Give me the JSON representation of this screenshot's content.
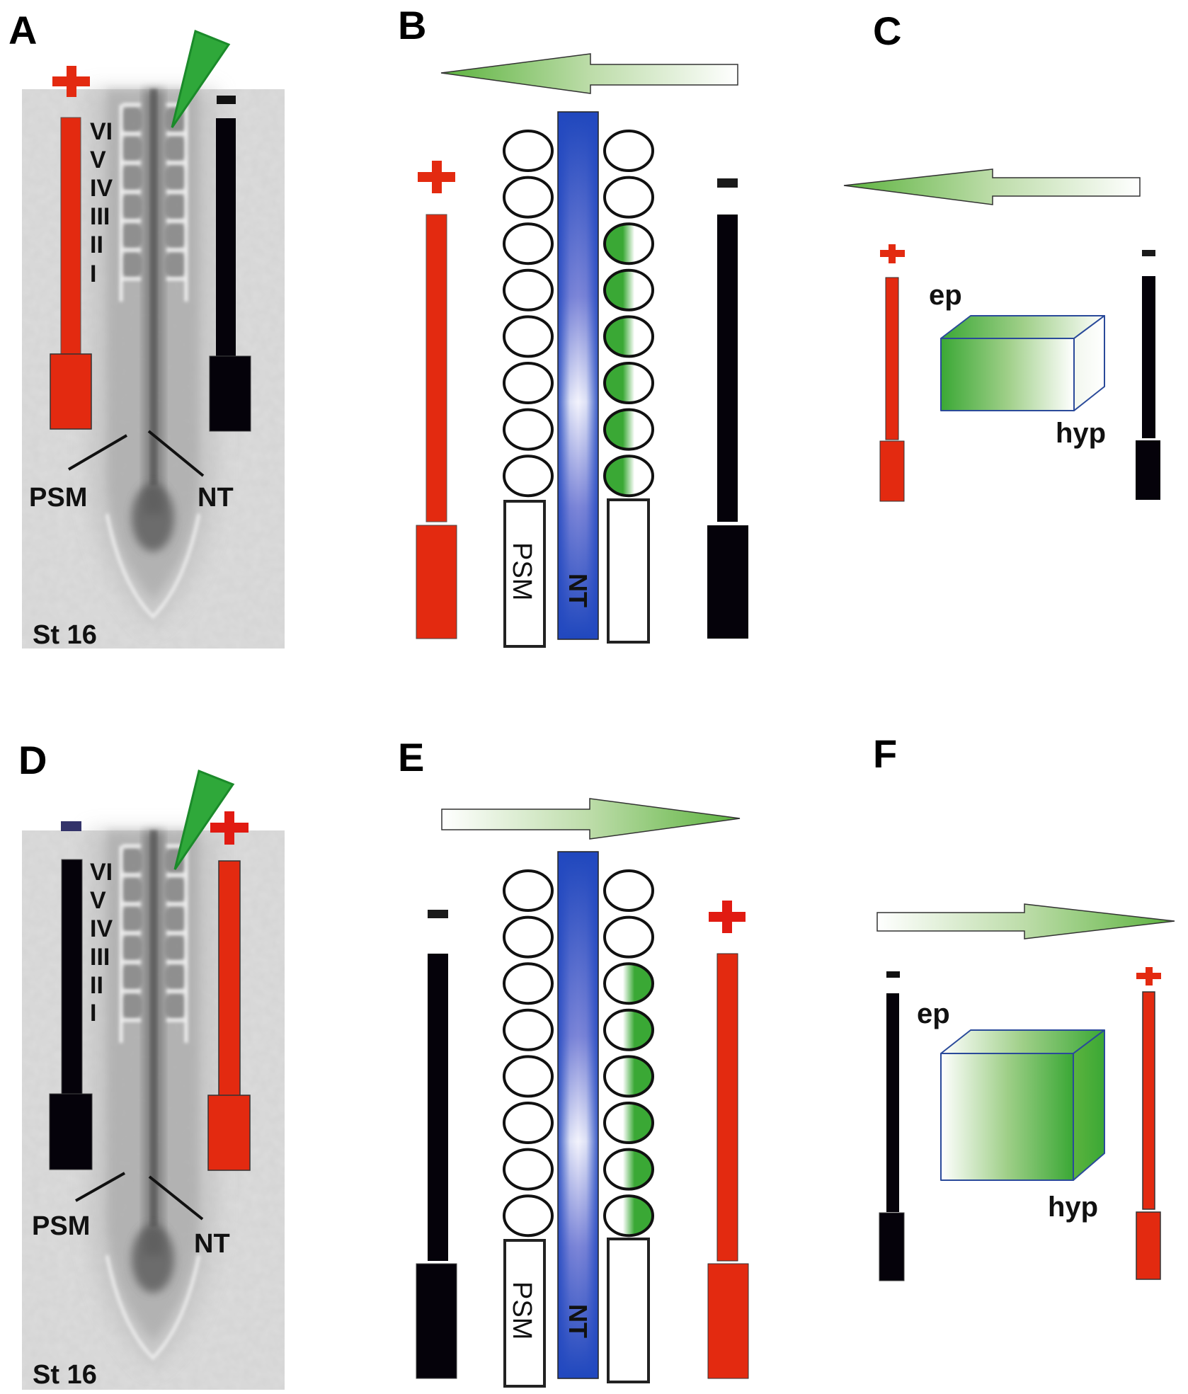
{
  "figure": {
    "panels": [
      {
        "id": "A",
        "label": "A",
        "type": "embryo-photo",
        "stage": "St 16",
        "somite_labels": [
          "VI",
          "V",
          "IV",
          "III",
          "II",
          "I"
        ],
        "structure_labels": {
          "psm": "PSM",
          "nt": "NT"
        },
        "left_electrode": {
          "polarity": "+",
          "sign": "+"
        },
        "right_electrode": {
          "polarity": "-",
          "sign": "-"
        },
        "injection_marker": "green-wedge"
      },
      {
        "id": "B",
        "label": "B",
        "type": "schematic",
        "arrow_direction": "left",
        "left_electrode": {
          "polarity": "+",
          "sign": "+"
        },
        "right_electrode": {
          "polarity": "-",
          "sign": "-"
        },
        "tissue_labels": {
          "psm": "PSM",
          "nt": "NT"
        },
        "somites_per_side": 8,
        "left_somites_green": [
          false,
          false,
          false,
          false,
          false,
          false,
          false,
          false
        ],
        "right_somites_green": [
          false,
          false,
          true,
          true,
          true,
          true,
          true,
          true
        ],
        "green_side": "left"
      },
      {
        "id": "C",
        "label": "C",
        "type": "block",
        "arrow_direction": "left",
        "left_electrode": {
          "polarity": "+",
          "sign": "+"
        },
        "right_electrode": {
          "polarity": "-",
          "sign": "-"
        },
        "block_labels": {
          "top": "ep",
          "bottom": "hyp"
        },
        "green_side": "left"
      },
      {
        "id": "D",
        "label": "D",
        "type": "embryo-photo",
        "stage": "St 16",
        "somite_labels": [
          "VI",
          "V",
          "IV",
          "III",
          "II",
          "I"
        ],
        "structure_labels": {
          "psm": "PSM",
          "nt": "NT"
        },
        "left_electrode": {
          "polarity": "-",
          "sign": "-"
        },
        "right_electrode": {
          "polarity": "+",
          "sign": "+"
        },
        "injection_marker": "green-wedge"
      },
      {
        "id": "E",
        "label": "E",
        "type": "schematic",
        "arrow_direction": "right",
        "left_electrode": {
          "polarity": "-",
          "sign": "-"
        },
        "right_electrode": {
          "polarity": "+",
          "sign": "+"
        },
        "tissue_labels": {
          "psm": "PSM",
          "nt": "NT"
        },
        "somites_per_side": 8,
        "left_somites_green": [
          false,
          false,
          false,
          false,
          false,
          false,
          false,
          false
        ],
        "right_somites_green": [
          false,
          false,
          true,
          true,
          true,
          true,
          true,
          true
        ],
        "green_side": "right"
      },
      {
        "id": "F",
        "label": "F",
        "type": "block",
        "arrow_direction": "right",
        "left_electrode": {
          "polarity": "-",
          "sign": "-"
        },
        "right_electrode": {
          "polarity": "+",
          "sign": "+"
        },
        "block_labels": {
          "top": "ep",
          "bottom": "hyp"
        },
        "green_side": "right"
      }
    ],
    "colors": {
      "positive": "#e32a10",
      "negative": "#05020a",
      "negative_sign_D": "#33336a",
      "green": "#3aa835",
      "green_dark": "#1e8a2a",
      "nt_blue": "#2248c0",
      "nt_light": "#e8e8f8",
      "box_outline": "#2a4a9a",
      "text": "#111111"
    }
  }
}
